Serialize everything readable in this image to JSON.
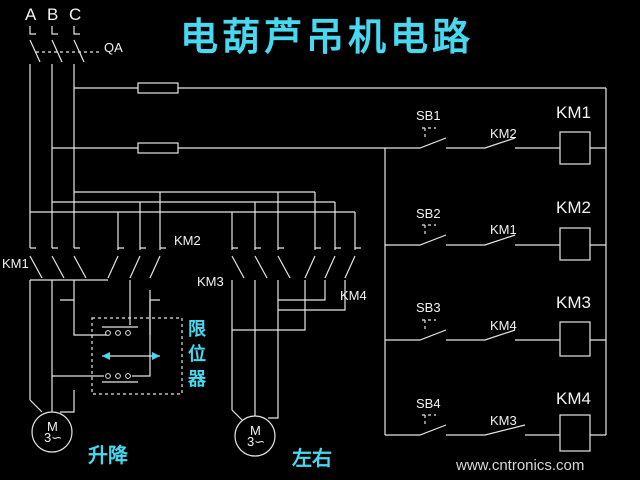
{
  "title": "电葫芦吊机电路",
  "phases": [
    "A",
    "B",
    "C"
  ],
  "main_switch": "QA",
  "contactors": {
    "km1": "KM1",
    "km2": "KM2",
    "km3": "KM3",
    "km4": "KM4"
  },
  "limit_switch": [
    "限",
    "位",
    "器"
  ],
  "motors": {
    "hoist_symbol": "M",
    "hoist_phase": "3∽",
    "hoist_label": "升降",
    "travel_symbol": "M",
    "travel_phase": "3∽",
    "travel_label": "左右"
  },
  "rungs": [
    {
      "button": "SB1",
      "interlock": "KM2",
      "coil": "KM1"
    },
    {
      "button": "SB2",
      "interlock": "KM1",
      "coil": "KM2"
    },
    {
      "button": "SB3",
      "interlock": "KM4",
      "coil": "KM3"
    },
    {
      "button": "SB4",
      "interlock": "KM3",
      "coil": "KM4"
    }
  ],
  "watermark": "www.cntronics.com",
  "colors": {
    "background": "#000000",
    "wire": "#e6e6e6",
    "accent": "#48d8f0"
  }
}
